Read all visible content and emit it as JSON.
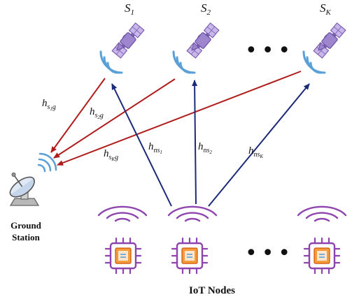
{
  "satellites": [
    {
      "base": "S",
      "sub": "1"
    },
    {
      "base": "S",
      "sub": "2"
    },
    {
      "base": "S",
      "sub": "K"
    }
  ],
  "channels": {
    "sat_to_ground": [
      {
        "h": "h",
        "s": "s",
        "idx": "1",
        "g": "g"
      },
      {
        "h": "h",
        "s": "s",
        "idx": "2",
        "g": "g"
      },
      {
        "h": "h",
        "s": "s",
        "idx": "K",
        "g": "g"
      }
    ],
    "iot_to_sat": [
      {
        "h": "h",
        "ns": "ns",
        "idx": "1"
      },
      {
        "h": "h",
        "ns": "ns",
        "idx": "2"
      },
      {
        "h": "h",
        "ns": "ns",
        "idx": "K"
      }
    ]
  },
  "ground_station": {
    "line1": "Ground",
    "line2": "Station"
  },
  "iot_label": "IoT Nodes",
  "ellipsis": "•••",
  "colors": {
    "downlink_arrow": "#b01c1c",
    "uplink_arrow": "#1c2a7a",
    "wave": "#5aa0d8",
    "satellite": "#b39ddb",
    "chip": "#8e44ad",
    "chip_core": "#e67e22"
  },
  "icons": [
    "satellite-icon",
    "ground-station-dish-icon",
    "iot-chip-icon",
    "signal-wave-icon"
  ]
}
